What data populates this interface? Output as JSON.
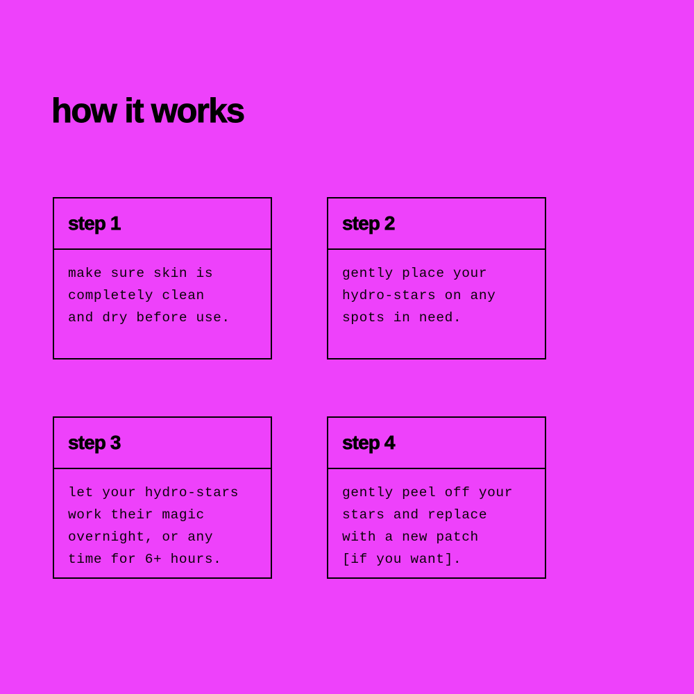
{
  "theme": {
    "background_color": "#ee41fb",
    "ink_color": "#000000",
    "border_color": "#000000"
  },
  "header": {
    "title": "how it works"
  },
  "steps": [
    {
      "label": "step 1",
      "body": "make sure skin is\ncompletely clean\nand dry before use."
    },
    {
      "label": "step 2",
      "body": "gently place your\nhydro-stars on any\nspots in need."
    },
    {
      "label": "step 3",
      "body": "let your hydro-stars\nwork their magic\novernight, or any\ntime for 6+ hours."
    },
    {
      "label": "step 4",
      "body": "gently peel off your\nstars and replace\nwith a new patch\n[if you want]."
    }
  ]
}
